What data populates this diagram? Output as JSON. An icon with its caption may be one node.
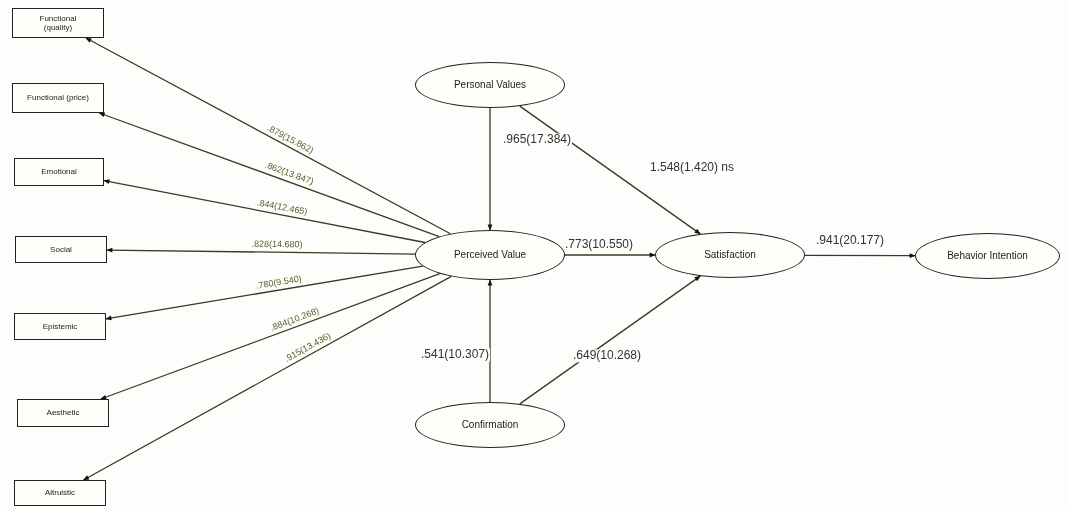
{
  "diagram": {
    "nodes": [
      {
        "text": [
          "Functional (quality)"
        ]
      },
      {
        "text": [
          "Functional (price)"
        ]
      },
      {
        "text": [
          "Emotional"
        ]
      },
      {
        "text": [
          "Social"
        ]
      },
      {
        "text": [
          "Epistemic"
        ]
      },
      {
        "text": [
          "Aesthetic"
        ]
      },
      {
        "text": [
          "Altruistic"
        ]
      },
      {
        "text": [
          "Personal Values"
        ]
      },
      {
        "text": [
          "Perceived Value"
        ]
      },
      {
        "text": [
          "Satisfaction"
        ]
      },
      {
        "text": [
          "Behavior Intention"
        ]
      },
      {
        "text": [
          "Confirmation"
        ]
      }
    ],
    "edges": [
      {
        "from": 8,
        "to": 0,
        "arrow": "to",
        "label": ".879(15.862)"
      },
      {
        "from": 8,
        "to": 1,
        "arrow": "to",
        "label": ".862(13.847)"
      },
      {
        "from": 8,
        "to": 2,
        "arrow": "to",
        "label": ".844(12.465)"
      },
      {
        "from": 8,
        "to": 3,
        "arrow": "to",
        "label": ".828(14.680)"
      },
      {
        "from": 8,
        "to": 4,
        "arrow": "to",
        "label": ".780(9.540)"
      },
      {
        "from": 8,
        "to": 5,
        "arrow": "to",
        "label": ".884(10.268)"
      },
      {
        "from": 8,
        "to": 6,
        "arrow": "to",
        "label": ".915(13.436)"
      },
      {
        "from": 7,
        "to": 8,
        "arrow": "to",
        "label": ".965(17.384)"
      },
      {
        "from": 7,
        "to": 9,
        "arrow": "to",
        "label": "1.548(1.420) ns"
      },
      {
        "from": 8,
        "to": 9,
        "arrow": "to",
        "label": ".773(10.550)"
      },
      {
        "from": 9,
        "to": 10,
        "arrow": "to",
        "label": ".941(20.177)"
      },
      {
        "from": 11,
        "to": 8,
        "arrow": "to",
        "label": ".541(10.307)"
      },
      {
        "from": 11,
        "to": 9,
        "arrow": "to",
        "label": ".649(10.268)"
      }
    ]
  }
}
